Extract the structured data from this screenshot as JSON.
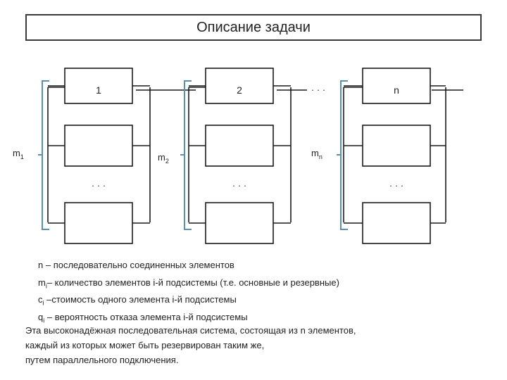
{
  "title": "Описание задачи",
  "diagram": {
    "subsystems": [
      {
        "box_label": "1",
        "side_label": "m",
        "side_sub": "1",
        "dots": "· · ·"
      },
      {
        "box_label": "2",
        "side_label": "m",
        "side_sub": "2",
        "dots": "· · ·"
      },
      {
        "box_label": "n",
        "side_label": "m",
        "side_sub": "n",
        "dots": "· · ·"
      }
    ],
    "between_dots": "· · ·",
    "colors": {
      "line": "#1a1a1a",
      "bracket": "#5b8fb0"
    }
  },
  "definitions": [
    {
      "sym": "n",
      "sub": "",
      "text": " – последовательно соединенных элементов"
    },
    {
      "sym": "m",
      "sub": "i",
      "text": "– количество элементов i-й подсистемы (т.е. основные и резервные)"
    },
    {
      "sym": "c",
      "sub": "i",
      "text": " –стоимость одного элемента i-й подсистемы"
    },
    {
      "sym": "q",
      "sub": "i",
      "text": " – вероятность отказа элемента i-й подсистемы"
    }
  ],
  "summary": [
    "Эта высоконадёжная последовательная система, состоящая из n элементов,",
    "каждый из которых может быть резервирован таким же,",
    "путем параллельного подключения."
  ]
}
